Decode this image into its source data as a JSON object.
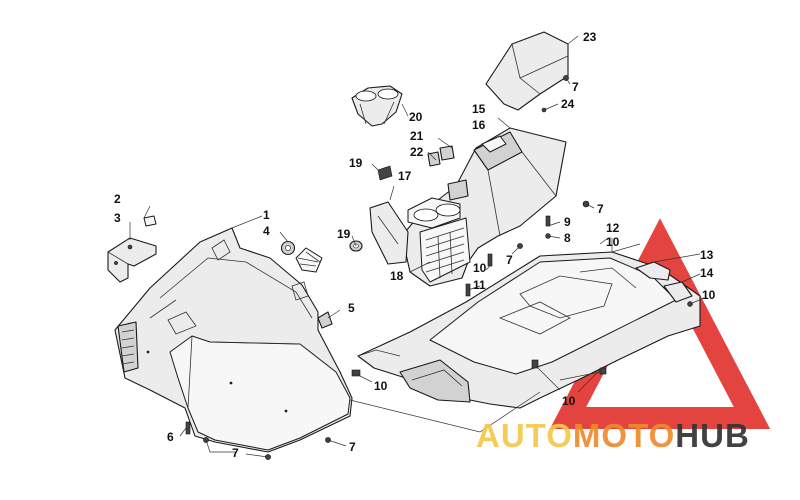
{
  "diagram": {
    "callouts": [
      "23",
      "7",
      "24",
      "20",
      "15",
      "16",
      "21",
      "22",
      "19",
      "17",
      "7",
      "1",
      "9",
      "8",
      "2",
      "3",
      "4",
      "19",
      "12",
      "10",
      "7",
      "10",
      "13",
      "11",
      "14",
      "18",
      "10",
      "5",
      "10",
      "10",
      "6",
      "7",
      "7"
    ]
  },
  "watermark": {
    "part1": "AUTO",
    "part2": "MOTO",
    "part3": "HUB",
    "colors": {
      "auto": "#f4c84a",
      "moto": "#f08a2c",
      "hub": "#333333",
      "triangle": "#e0302b"
    }
  }
}
